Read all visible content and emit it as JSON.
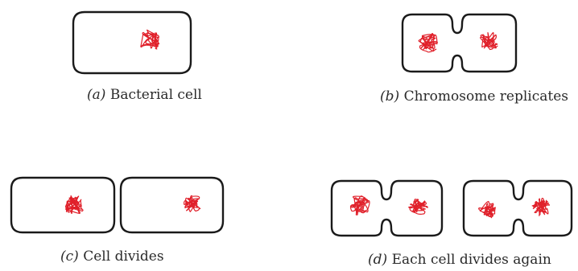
{
  "colors": {
    "outline": "#1a1a1a",
    "chromosome": "#e0202a",
    "caption": "#2a2a2a"
  },
  "panels": [
    {
      "letter": "a",
      "caption": "Bacterial cell"
    },
    {
      "letter": "b",
      "caption": "Chromosome replicates"
    },
    {
      "letter": "c",
      "caption": "Cell divides"
    },
    {
      "letter": "d",
      "caption": "Each cell divides again"
    }
  ]
}
